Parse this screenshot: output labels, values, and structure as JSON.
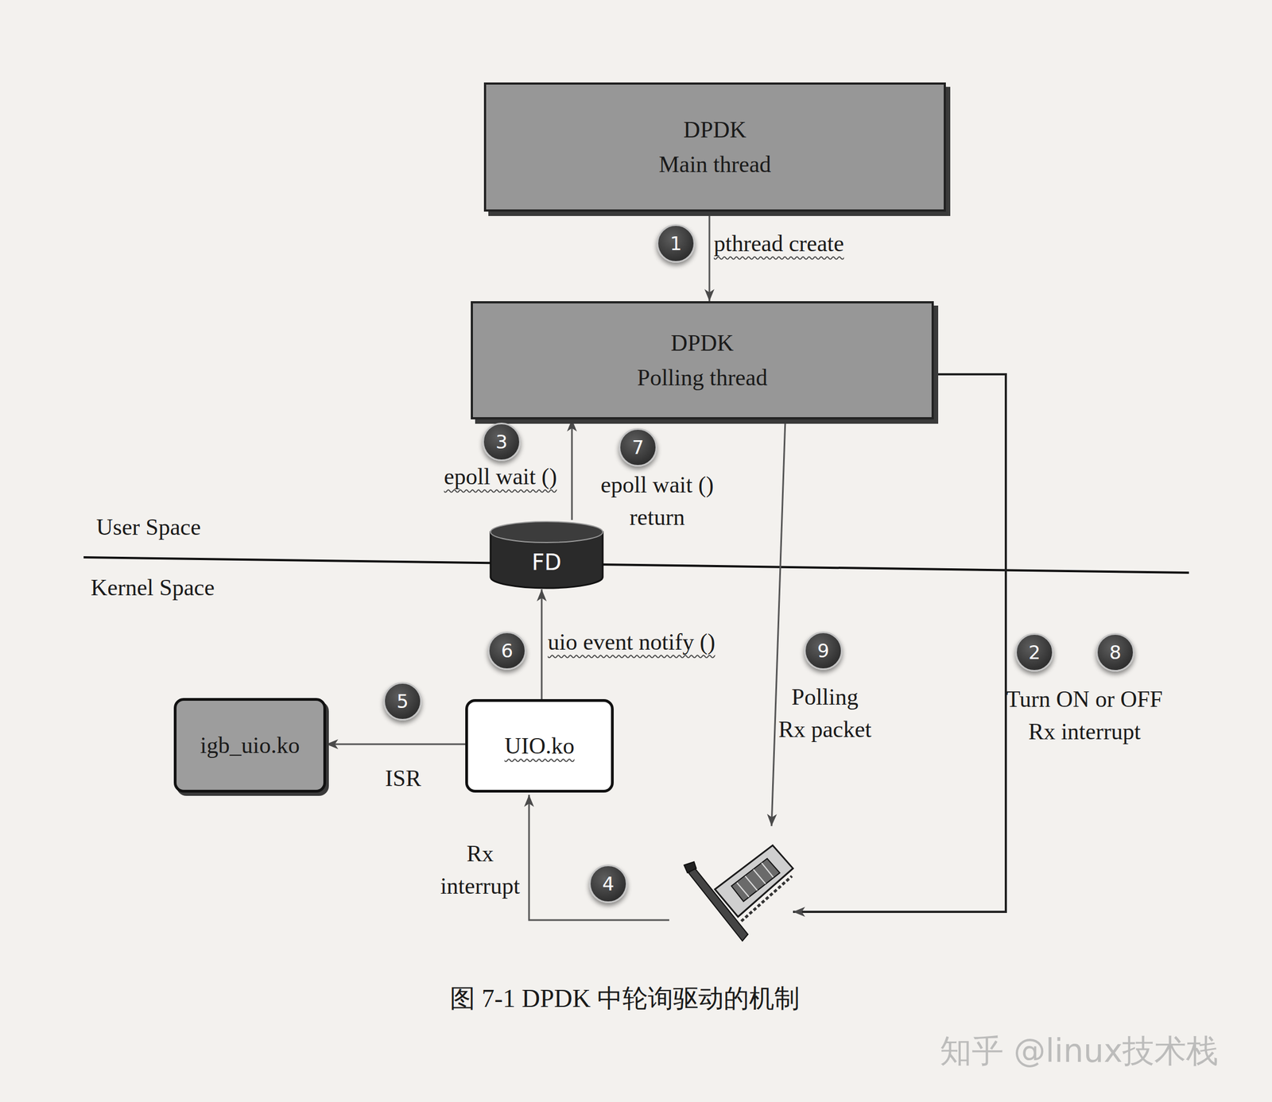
{
  "diagram": {
    "caption": "图 7-1 DPDK 中轮询驱动的机制",
    "nodes": [
      {
        "text": [
          "DPDK",
          "Main thread"
        ]
      },
      {
        "text": [
          "DPDK",
          "Polling thread"
        ]
      },
      {
        "text": [
          "FD"
        ]
      },
      {
        "text": [
          "UIO.ko"
        ]
      },
      {
        "text": [
          "igb_uio.ko"
        ]
      }
    ],
    "edges": [
      {
        "from": 0,
        "to": 1,
        "label": "pthread create",
        "arrow": "to"
      },
      {
        "from": 2,
        "to": 1,
        "arrow": "to"
      },
      {
        "from": 3,
        "to": 2,
        "label": "uio event notify ()",
        "arrow": "to"
      },
      {
        "from": 3,
        "to": 4,
        "label": "ISR",
        "arrow": "to"
      }
    ],
    "labels": [
      "User Space",
      "Kernel Space",
      "1",
      "3",
      "epoll wait ()",
      "7",
      "epoll wait () return",
      "6",
      "5",
      "9",
      "Polling Rx packet",
      "2",
      "8",
      "Turn ON or OFF Rx interrupt",
      "Rx interrupt",
      "4",
      "知乎 @linux技术栈"
    ]
  }
}
